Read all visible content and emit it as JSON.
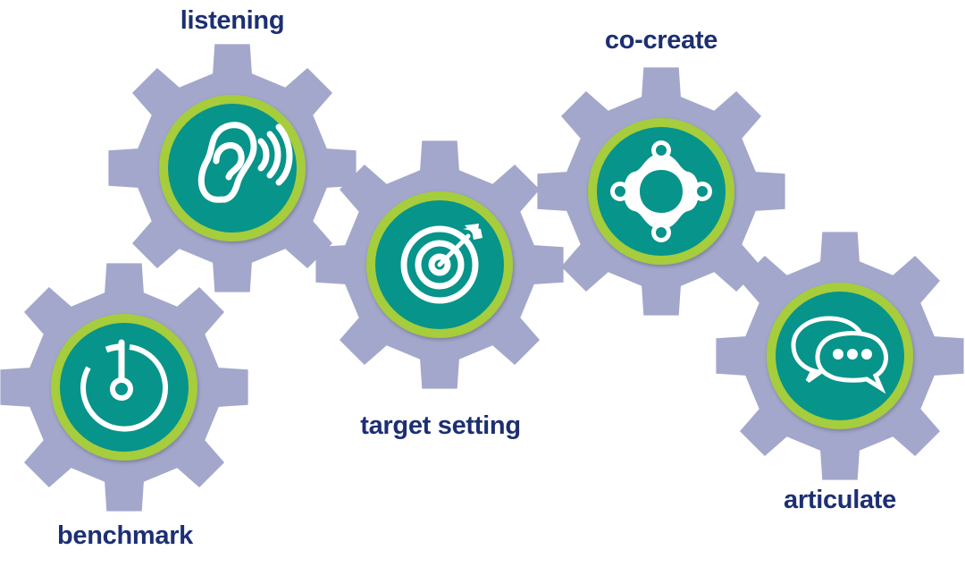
{
  "colors": {
    "gear": "#a3a7cb",
    "ring": "#a6cd3b",
    "disc": "#07948a",
    "icon": "#ffffff",
    "label": "#1d2f73",
    "background": "#ffffff"
  },
  "gears": [
    {
      "id": "listening",
      "label": "listening",
      "icon": "ear-icon"
    },
    {
      "id": "benchmark",
      "label": "benchmark",
      "icon": "gauge-icon"
    },
    {
      "id": "target-setting",
      "label": "target setting",
      "icon": "target-icon"
    },
    {
      "id": "co-create",
      "label": "co-create",
      "icon": "collaboration-icon"
    },
    {
      "id": "articulate",
      "label": "articulate",
      "icon": "chat-bubbles-icon"
    }
  ]
}
